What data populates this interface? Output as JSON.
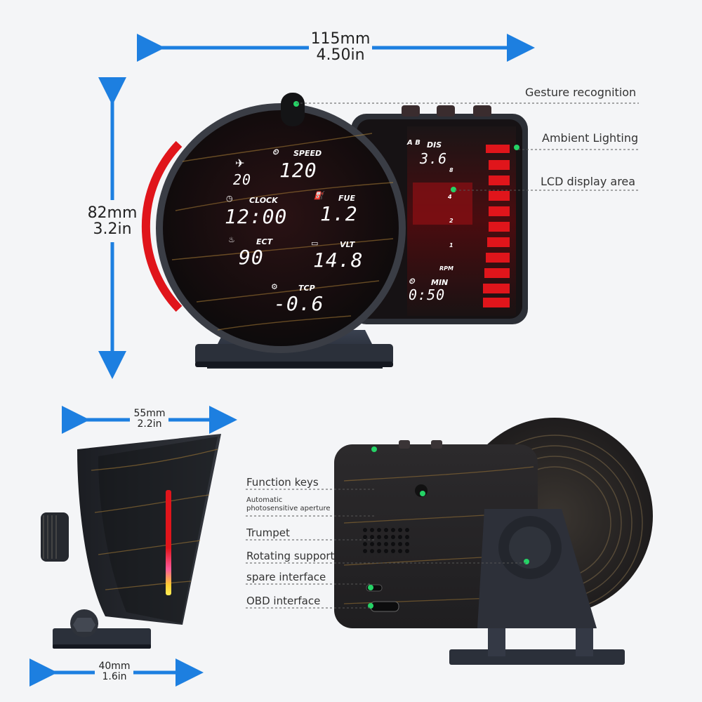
{
  "dimensions": {
    "top_width": {
      "mm": "115mm",
      "inch": "4.50in"
    },
    "top_height": {
      "mm": "82mm",
      "inch": "3.2in"
    },
    "side_depth": {
      "mm": "55mm",
      "inch": "2.2in"
    },
    "side_base": {
      "mm": "40mm",
      "inch": "1.6in"
    }
  },
  "callouts_front": [
    "Gesture recognition",
    "Ambient Lighting",
    "LCD display area"
  ],
  "callouts_back": {
    "function_keys": "Function keys",
    "aperture_line1": "Automatic",
    "aperture_line2": "photosensitive aperture",
    "trumpet": "Trumpet",
    "rotating": "Rotating support",
    "spare": "spare interface",
    "obd": "OBD interface"
  },
  "display": {
    "satellites": "20",
    "speed_label": "SPEED",
    "speed_value": "120",
    "clock_label": "CLOCK",
    "clock_value": "12:00",
    "fuel_label": "FUE",
    "fuel_value": "1.2",
    "ect_label": "ECT",
    "ect_value": "90",
    "vlt_label": "VLT",
    "vlt_value": "14.8",
    "tcp_label": "TCP",
    "tcp_value": "-0.6",
    "dis_ab": "A B",
    "dis_label": "DIS",
    "dis_value": "3.6",
    "rpm_label": "RPM",
    "rpm_ticks": [
      "8",
      "4",
      "2",
      "1"
    ],
    "min_label": "MIN",
    "min_value": "0:50"
  },
  "colors": {
    "arrow": "#1d7fe0",
    "accent_red": "#e0151b",
    "lcd_bg": "#0d0b0c"
  }
}
